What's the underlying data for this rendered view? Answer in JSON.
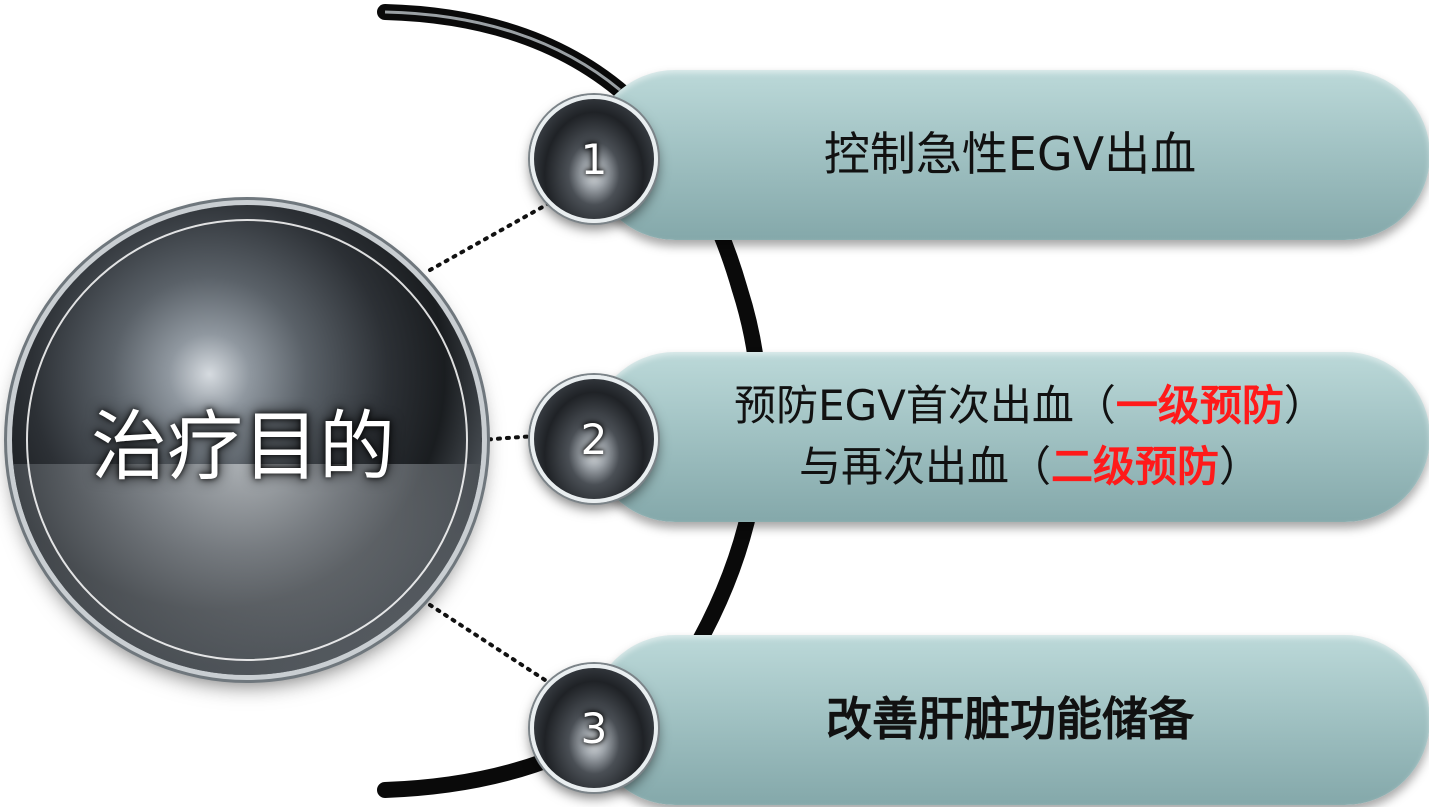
{
  "center": {
    "title": "治疗目的"
  },
  "items": [
    {
      "number": "1",
      "lines": [
        [
          {
            "text": "控制急性EGV出血",
            "red": false
          }
        ]
      ]
    },
    {
      "number": "2",
      "lines": [
        [
          {
            "text": "预防EGV首次出血（",
            "red": false
          },
          {
            "text": "一级预防",
            "red": true
          },
          {
            "text": "）",
            "red": false
          }
        ],
        [
          {
            "text": "与再次出血（",
            "red": false
          },
          {
            "text": "二级预防",
            "red": true
          },
          {
            "text": "）",
            "red": false
          }
        ]
      ]
    },
    {
      "number": "3",
      "lines": [
        [
          {
            "text": "改善肝脏功能储备",
            "red": false
          }
        ]
      ]
    }
  ],
  "colors": {
    "pill": "#a2c3c4",
    "highlight": "#ff1a1a",
    "arc": "#0a0a0a"
  }
}
